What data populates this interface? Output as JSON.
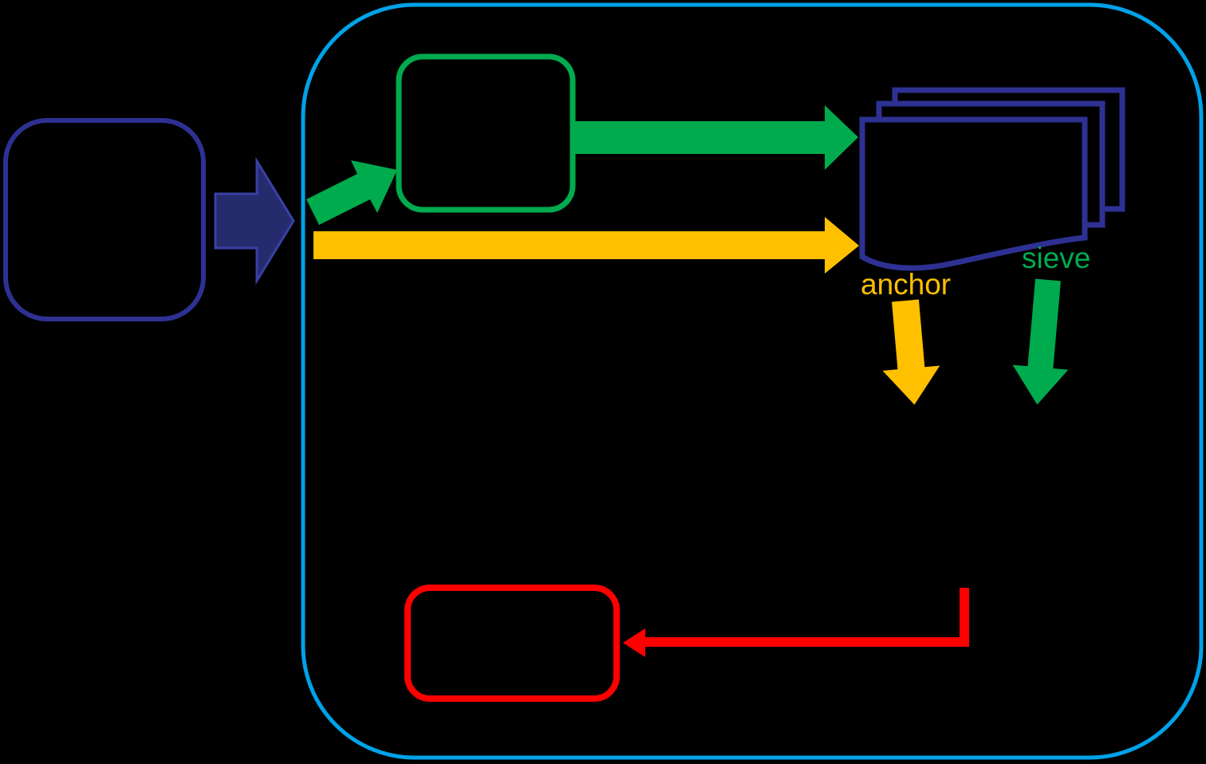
{
  "diagram": {
    "title": "pipeline-flow-diagram",
    "labels": {
      "anchor": "anchor",
      "sieve": "sieve"
    },
    "colors": {
      "background": "#000000",
      "navy_stroke": "#2E3192",
      "navy_fill": "#262B6E",
      "navy_edge": "#3840A6",
      "cyan": "#00A2E8",
      "green": "#00AB4E",
      "yellow": "#FFC000",
      "red": "#FF0000"
    },
    "nodes": [
      {
        "name": "source-box",
        "shape": "rounded-rect",
        "color": "#2E3192"
      },
      {
        "name": "pipeline-container",
        "shape": "rounded-rect",
        "color": "#00A2E8"
      },
      {
        "name": "process-box",
        "shape": "rounded-rect",
        "color": "#00AB4E"
      },
      {
        "name": "document-stack",
        "shape": "documents",
        "color": "#2E3192",
        "pages": 3
      },
      {
        "name": "result-box",
        "shape": "rounded-rect",
        "color": "#FF0000"
      }
    ],
    "edges": [
      {
        "name": "source-to-container-arrow",
        "color": "#262B6E",
        "direction": "right"
      },
      {
        "name": "container-to-process-arrow",
        "color": "#00AB4E",
        "direction": "up-right"
      },
      {
        "name": "process-to-documents-arrow",
        "color": "#00AB4E",
        "direction": "right"
      },
      {
        "name": "anchor-path-arrow",
        "color": "#FFC000",
        "direction": "right"
      },
      {
        "name": "anchor-down-arrow",
        "color": "#FFC000",
        "direction": "down",
        "label": "anchor"
      },
      {
        "name": "sieve-down-arrow",
        "color": "#00AB4E",
        "direction": "down",
        "label": "sieve"
      },
      {
        "name": "return-to-result-arrow",
        "color": "#FF0000",
        "direction": "elbow-left"
      }
    ]
  }
}
